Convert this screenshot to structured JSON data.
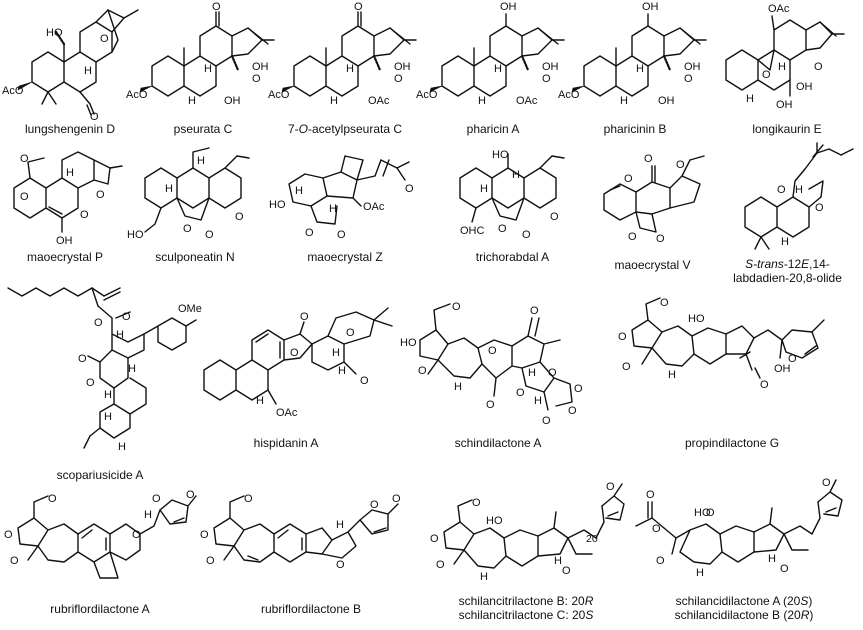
{
  "compounds": [
    {
      "id": "c1",
      "name": "lungshengenin D",
      "atoms": [
        "HO",
        "O",
        "AcO",
        "H",
        "O"
      ]
    },
    {
      "id": "c2",
      "name": "pseurata C",
      "atoms": [
        "O",
        "H",
        "AcO",
        "H",
        "OH",
        "OH",
        "O"
      ]
    },
    {
      "id": "c3",
      "name": "7-O-acetylpseurata C",
      "name_prefix": "7-",
      "name_italic": "O",
      "name_suffix": "-acetylpseurata C",
      "atoms": [
        "O",
        "H",
        "AcO",
        "H",
        "OH",
        "OAc",
        "O"
      ]
    },
    {
      "id": "c4",
      "name": "pharicin A",
      "atoms": [
        "OH",
        "H",
        "AcO",
        "H",
        "OH",
        "OAc",
        "O"
      ]
    },
    {
      "id": "c5",
      "name": "pharicinin B",
      "atoms": [
        "OH",
        "H",
        "AcO",
        "H",
        "OH",
        "OH",
        "O"
      ]
    },
    {
      "id": "c6",
      "name": "longikaurin E",
      "atoms": [
        "OAc",
        "H",
        "O",
        "H",
        "OH",
        "OH",
        "O"
      ]
    },
    {
      "id": "c7",
      "name": "maoecrystal P",
      "atoms": [
        "O",
        "O",
        "H",
        "O",
        "OH",
        "O"
      ]
    },
    {
      "id": "c8",
      "name": "sculponeatin N",
      "atoms": [
        "HO",
        "H",
        "O",
        "O",
        "O",
        "H"
      ]
    },
    {
      "id": "c9",
      "name": "maoecrystal Z",
      "atoms": [
        "HO",
        "H",
        "OAc",
        "O",
        "O",
        "O",
        "H"
      ]
    },
    {
      "id": "c10",
      "name": "trichorabdal A",
      "atoms": [
        "HO",
        "H",
        "OHC",
        "H",
        "O",
        "O",
        "O"
      ]
    },
    {
      "id": "c11",
      "name": "maoecrystal V",
      "atoms": [
        "O",
        "O",
        "O",
        "O",
        "O"
      ]
    },
    {
      "id": "c12",
      "name_italic": "S-trans",
      "name_mid": "-12",
      "name_italic2": "E",
      "name_suffix": ",14-",
      "name_line2": "labdadien-20,8-olide",
      "atoms": [
        "O",
        "O",
        "H",
        "H"
      ]
    },
    {
      "id": "c13",
      "name": "scopariusicide A",
      "atoms": [
        "O",
        "O",
        "H",
        "H",
        "H",
        "O",
        "O",
        "OMe",
        "H",
        "H"
      ]
    },
    {
      "id": "c14",
      "name": "hispidanin A",
      "atoms": [
        "O",
        "O",
        "H",
        "O",
        "H",
        "OAc",
        "H",
        "O"
      ]
    },
    {
      "id": "c15",
      "name": "schindilactone A",
      "atoms": [
        "HO",
        "O",
        "O",
        "H",
        "O",
        "O",
        "O",
        "O",
        "H",
        "O",
        "O",
        "O",
        "H",
        "O"
      ]
    },
    {
      "id": "c16",
      "name": "propindilactone G",
      "atoms": [
        "O",
        "O",
        "HO",
        "O",
        "H",
        "O",
        "OH",
        "O"
      ]
    },
    {
      "id": "c17",
      "name": "rubriflordilactone A",
      "atoms": [
        "O",
        "O",
        "O",
        "O",
        "O",
        "H",
        "O"
      ]
    },
    {
      "id": "c18",
      "name": "rubriflordilactone B",
      "atoms": [
        "O",
        "O",
        "H",
        "O",
        "O",
        "O",
        "O"
      ]
    },
    {
      "id": "c19",
      "name_line1": "schilancitrilactone B: 20",
      "name_line1_italic": "R",
      "name_line2": "schilancitrilactone C: 20",
      "name_line2_italic": "S",
      "atoms": [
        "O",
        "O",
        "HO",
        "O",
        "H",
        "H",
        "O",
        "O",
        "20"
      ]
    },
    {
      "id": "c20",
      "name_line1": "schilancidilactone A (20",
      "name_line1_italic": "S",
      "name_line1_end": ")",
      "name_line2": "schilancidilactone B (20",
      "name_line2_italic": "R",
      "name_line2_end": ")",
      "atoms": [
        "O",
        "O",
        "O",
        "HO",
        "O",
        "H",
        "H",
        "O",
        "O"
      ]
    }
  ]
}
